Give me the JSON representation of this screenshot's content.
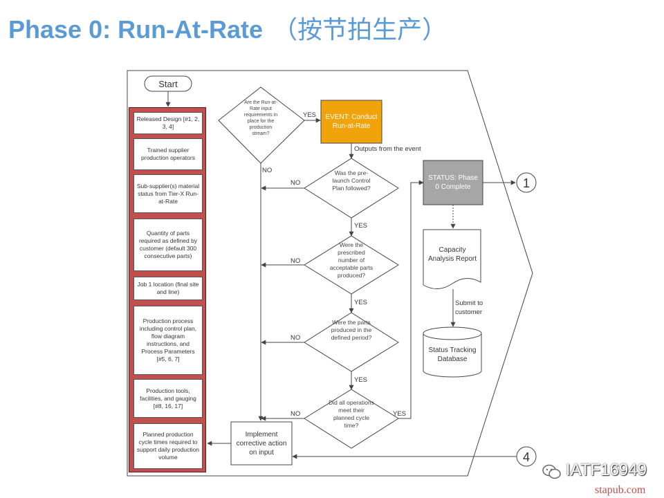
{
  "title": {
    "main": "Phase 0: Run-At-Rate",
    "chinese": "（按节拍生产）"
  },
  "start_label": "Start",
  "inputs": [
    "Released Design [#1, 2, 3, 4]",
    "Trained supplier production operators",
    "Sub-supplier(s) material status from Tier-X Run-at-Rate",
    "Quantity of parts required as defined by customer (default 300 consecutive parts)",
    "Job 1 location (final site and line)",
    "Production process including control plan, flow diagram instructions, and Process Parameters [#5, 6, 7]",
    "Production tools, facilities, and gauging [#8, 16, 17]",
    "Planned production cycle times required to support daily production volume"
  ],
  "first_question": "Are the Run-at-Rate input requirements in place for the production stream?",
  "event_box": "EVENT: Conduct Run-at-Rate",
  "outputs_label": "Outputs from the event",
  "questions": [
    "Was the pre-launch Control Plan followed?",
    "Were the prescribed number of acceptable parts produced?",
    "Were the parts produced in the defined period?",
    "Did all operations meet their planned cycle time?"
  ],
  "labels": {
    "yes": "YES",
    "no": "NO"
  },
  "status_box": "STATUS: Phase 0 Complete",
  "report": "Capacity Analysis Report",
  "submit_label": "Submit to customer",
  "database": "Status Tracking Database",
  "corrective": "Implement corrective action on input",
  "connectors": {
    "out": "1",
    "in": "4"
  },
  "watermark": "IATF16949",
  "site": "stapub.com",
  "colors": {
    "title": "#5b9bd5",
    "input_panel": "#c0504d",
    "event_fill": "#f0a30a",
    "status_fill": "#a6a6a6"
  }
}
